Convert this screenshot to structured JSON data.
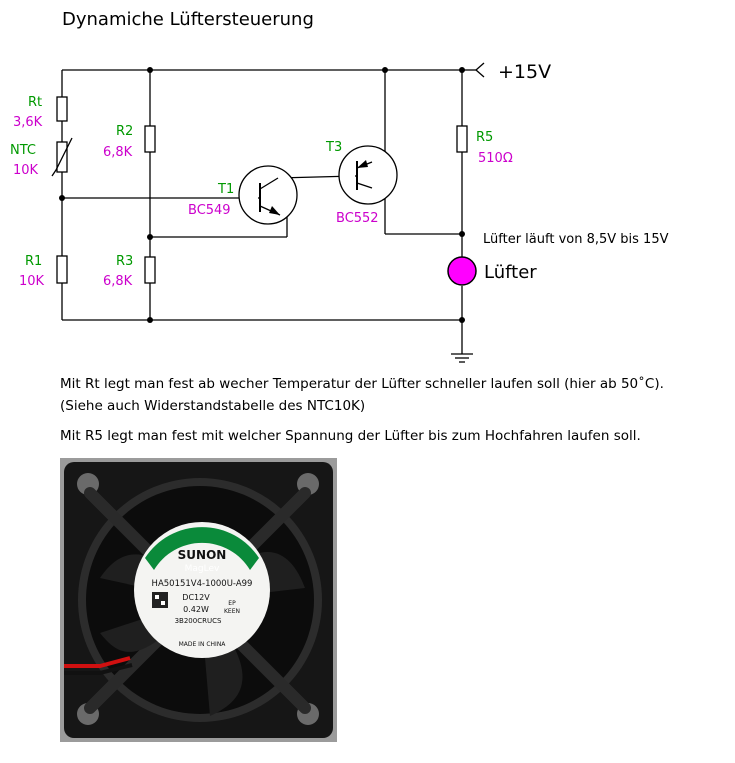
{
  "title": "Dynamiche Lüftersteuerung",
  "supply": "+15V",
  "components": {
    "rt": {
      "name": "Rt",
      "value": "3,6K"
    },
    "ntc": {
      "name": "NTC",
      "value": "10K"
    },
    "r1": {
      "name": "R1",
      "value": "10K"
    },
    "r2": {
      "name": "R2",
      "value": "6,8K"
    },
    "r3": {
      "name": "R3",
      "value": "6,8K"
    },
    "r5": {
      "name": "R5",
      "value": "510Ω"
    },
    "t1": {
      "name": "T1",
      "value": "BC549"
    },
    "t3": {
      "name": "T3",
      "value": "BC552"
    },
    "fan": {
      "name": "Lüfter"
    }
  },
  "fan_note": "Lüfter läuft von 8,5V bis 15V",
  "description": [
    "Mit Rt legt man fest ab wecher Temperatur der Lüfter schneller laufen soll (hier ab 50˚C).",
    "(Siehe auch Widerstandstabelle des NTC10K)",
    "Mit R5 legt man fest mit welcher Spannung der Lüfter bis zum Hochfahren laufen soll."
  ],
  "photo": {
    "brand": "SUNON",
    "series": "MagLev",
    "model": "HA50151V4-1000U-A99",
    "rating": "DC12V",
    "power": "0.42W",
    "code": "3B200CRUCS",
    "origin": "MADE IN CHINA",
    "ep": "EP",
    "keen": "KEEN"
  },
  "colors": {
    "value_label": "#cc00cc",
    "name_label": "#009900",
    "fan_fill": "#ff00ff",
    "fan_body": "#1a1a1a",
    "sunon_green": "#0a8a3a"
  }
}
